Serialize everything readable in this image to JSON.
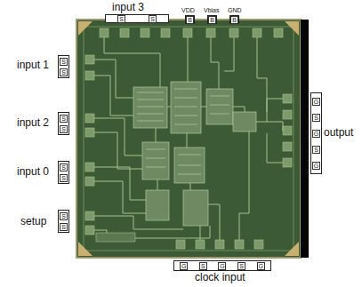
{
  "diagram": {
    "nodes": [
      {
        "text": [
          "input 3",
          "S",
          "S"
        ]
      },
      {
        "text": [
          "VDD",
          "B"
        ]
      },
      {
        "text": [
          "Vbias",
          "B"
        ]
      },
      {
        "text": [
          "GND",
          "B"
        ]
      },
      {
        "text": [
          "input 1",
          "S",
          "S"
        ]
      },
      {
        "text": [
          "input 2",
          "S",
          "S"
        ]
      },
      {
        "text": [
          "input 0",
          "S",
          "S"
        ]
      },
      {
        "text": [
          "setup",
          "S",
          "S"
        ]
      },
      {
        "text": [
          "output",
          "G",
          "S",
          "G",
          "S",
          "G"
        ]
      },
      {
        "text": [
          "clock input",
          "G",
          "S",
          "G",
          "S",
          "G"
        ]
      }
    ]
  }
}
